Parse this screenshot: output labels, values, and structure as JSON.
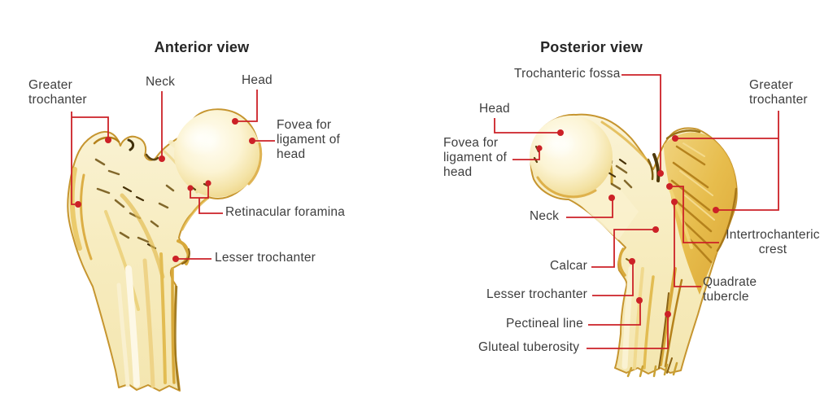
{
  "figure": {
    "subject": "Proximal femur anatomy",
    "palette": {
      "leader_red": "#cc2127",
      "label_text": "#3e3e3e",
      "title_text": "#262626",
      "bone_cream": "#f8efcb",
      "bone_gold": "#e7bf4e",
      "bone_deep_gold": "#d9a32c",
      "bone_shadow_brown": "#8a6214",
      "background": "#ffffff"
    },
    "anterior": {
      "title": "Anterior view",
      "labels": {
        "greater_trochanter": "Greater trochanter",
        "neck": "Neck",
        "head": "Head",
        "fovea": "Fovea for ligament of head",
        "retinacular_foramina": "Retinacular foramina",
        "lesser_trochanter": "Lesser trochanter"
      }
    },
    "posterior": {
      "title": "Posterior view",
      "labels": {
        "trochanteric_fossa": "Trochanteric fossa",
        "greater_trochanter": "Greater trochanter",
        "head": "Head",
        "fovea": "Fovea for ligament of head",
        "neck": "Neck",
        "intertrochanteric_crest": "Intertrochanteric crest",
        "calcar": "Calcar",
        "quadrate_tubercle": "Quadrate tubercle",
        "lesser_trochanter": "Lesser trochanter",
        "pectineal_line": "Pectineal line",
        "gluteal_tuberosity": "Gluteal tuberosity"
      }
    }
  }
}
